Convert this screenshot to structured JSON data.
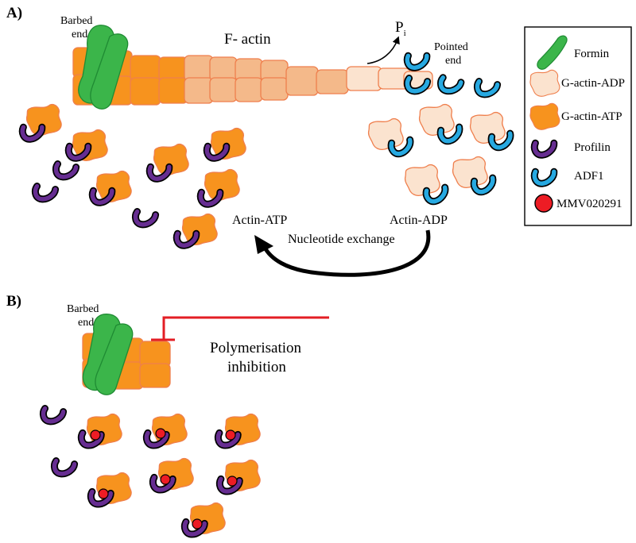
{
  "panels": {
    "a_label": "A)",
    "b_label": "B)"
  },
  "panel_a": {
    "barbed_end_line1": "Barbed",
    "barbed_end_line2": "end",
    "f_actin": "F- actin",
    "pi_main": "P",
    "pi_sub": "i",
    "pointed_end_line1": "Pointed",
    "pointed_end_line2": "end",
    "actin_atp": "Actin-ATP",
    "actin_adp": "Actin-ADP",
    "nucleotide_exchange": "Nucleotide exchange"
  },
  "panel_b": {
    "barbed_end_line1": "Barbed",
    "barbed_end_line2": "end",
    "inhibition_line1": "Polymerisation",
    "inhibition_line2": "inhibition"
  },
  "legend": {
    "items": [
      {
        "label": "Formin",
        "icon": "formin-icon"
      },
      {
        "label": "G-actin-ADP",
        "icon": "g-actin-adp-icon"
      },
      {
        "label": "G-actin-ATP",
        "icon": "g-actin-atp-icon"
      },
      {
        "label": "Profilin",
        "icon": "profilin-icon"
      },
      {
        "label": "ADF1",
        "icon": "adf1-icon"
      },
      {
        "label": "MMV020291",
        "icon": "mmv020291-icon"
      }
    ]
  },
  "colors": {
    "actin_atp": "#f7931e",
    "actin_adp": "#fbe3cf",
    "actin_stroke": "#ef7f4d",
    "filament_mid": "#f4b98a",
    "formin": "#3bb54a",
    "profilin": "#662d91",
    "adf1": "#27a9e1",
    "mmv020291": "#ed1c24",
    "inhibition": "#e31e24"
  }
}
